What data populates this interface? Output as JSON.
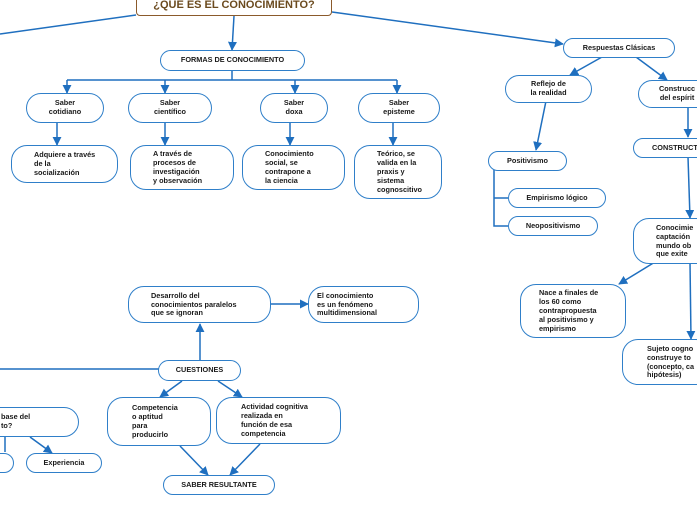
{
  "map": {
    "title": "¿QUÉ ES EL CONOCIMIENTO?",
    "formas": {
      "label": "FORMAS DE CONOCIMIENTO",
      "saberes": [
        {
          "label": "Saber\ncotidiano",
          "desc": "Adquiere a través\nde la\nsocialización"
        },
        {
          "label": "Saber\ncientífico",
          "desc": "A través de\nprocesos de\ninvestigación\ny observación"
        },
        {
          "label": "Saber\ndoxa",
          "desc": "Conocimiento\nsocial, se\ncontrapone a\nla ciencia"
        },
        {
          "label": "Saber\nepisteme",
          "desc": "Teórico, se\nvalida en la\npraxis y\nsistema\ncognoscitivo"
        }
      ]
    },
    "respuestas": {
      "label": "Respuestas Clásicas",
      "reflejo": "Reflejo de\nla realidad",
      "positivismo": "Positivismo",
      "empirismo": "Empirismo lógico",
      "neopositivismo": "Neopositivismo",
      "construccion": "Construcc\ndel espírit",
      "constructivismo": "CONSTRUCT",
      "conocimiento_captacion": "Conocimie\ncaptación\nmundo ob\nque exite",
      "nace": "Nace a finales de\nlos 60 como\ncontrapropuesta\nal positivismo y\nempirismo",
      "sujeto": "Sujeto cogno\nconstruye to\n(concepto, ca\nhipótesis)"
    },
    "cuestiones": {
      "label": "CUESTIONES",
      "desarrollo": "Desarrollo del\nconocimientos paralelos\nque se ignoran",
      "fenomeno": "El conocimiento\nes un fenómeno\nmultidimensional",
      "competencia": "Competencia\no aptitud\npara\nproducirlo",
      "actividad": "Actividad cognitiva\nrealizada en\nfunción de esa\ncompetencia",
      "saber_resultante": "SABER RESULTANTE",
      "base": "base del\nto?",
      "experiencia": "Experiencia"
    },
    "colors": {
      "line": "#1f6fbf",
      "border": "#2f7fc9",
      "title_border": "#8b5a2b",
      "title_text": "#6b4a1e"
    }
  }
}
